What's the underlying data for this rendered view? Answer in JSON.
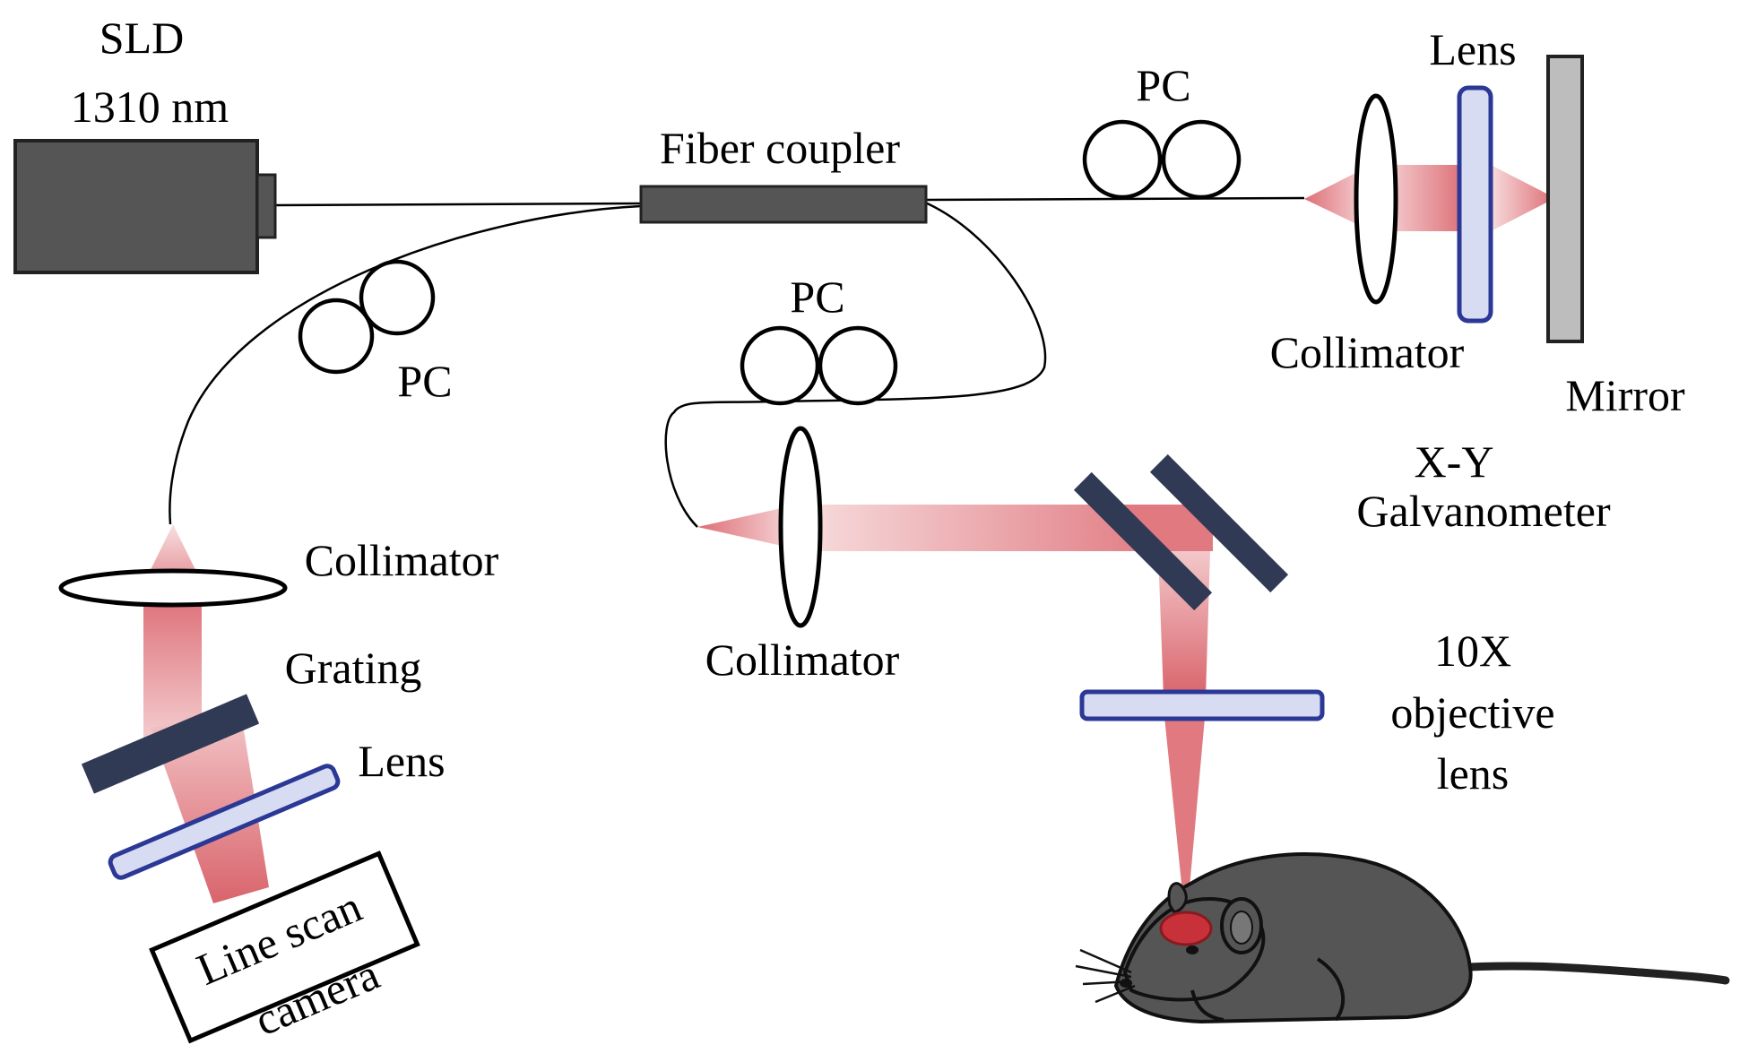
{
  "labels": {
    "sld_line1": "SLD",
    "sld_line2": "1310 nm",
    "fiber_coupler": "Fiber coupler",
    "pc_top_right": "PC",
    "lens_ref": "Lens",
    "collimator_ref": "Collimator",
    "mirror": "Mirror",
    "pc_left": "PC",
    "pc_middle": "PC",
    "galvo_line1": "X-Y",
    "galvo_line2": "Galvanometer",
    "collimator_sample": "Collimator",
    "collimator_spectrometer": "Collimator",
    "grating": "Grating",
    "lens_spectrometer": "Lens",
    "camera_line1": "Line scan",
    "camera_line2": "camera",
    "objective_line1": "10X",
    "objective_line2": "objective",
    "objective_line3": "lens"
  },
  "colors": {
    "beam": "#e07a80",
    "lens_fill": "#d7dcf2",
    "lens_stroke": "#2c3896",
    "dark_component": "#303a55",
    "sld_body": "#555555",
    "mouse_body": "#555555",
    "mirror_fill": "#bdbdbd"
  }
}
